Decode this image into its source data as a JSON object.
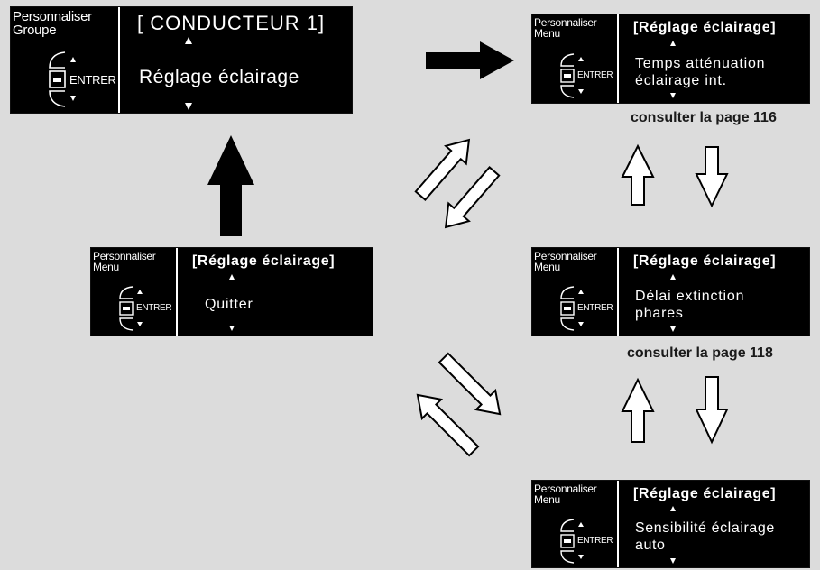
{
  "screens": {
    "driver": {
      "category": [
        "Personnaliser",
        "Groupe"
      ],
      "enter_label": "ENTRER",
      "title": "[ CONDUCTEUR 1]",
      "item": [
        "Réglage éclairage"
      ]
    },
    "quit": {
      "category": [
        "Personnaliser",
        "Menu"
      ],
      "enter_label": "ENTRER",
      "title": "[Réglage éclairage]",
      "item": [
        "Quitter"
      ]
    },
    "dimming": {
      "category": [
        "Personnaliser",
        "Menu"
      ],
      "enter_label": "ENTRER",
      "title": "[Réglage éclairage]",
      "item": [
        "Temps atténuation",
        "éclairage int."
      ]
    },
    "headlights": {
      "category": [
        "Personnaliser",
        "Menu"
      ],
      "enter_label": "ENTRER",
      "title": "[Réglage éclairage]",
      "item": [
        "Délai extinction",
        "phares"
      ]
    },
    "auto": {
      "category": [
        "Personnaliser",
        "Menu"
      ],
      "enter_label": "ENTRER",
      "title": "[Réglage éclairage]",
      "item": [
        "Sensibilité éclairage",
        "auto"
      ]
    }
  },
  "references": {
    "page116": "consulter la page 116",
    "page118": "consulter la page 118"
  },
  "colors": {
    "background": "#dcdcdc",
    "screen": "#000000",
    "screen_text": "#ffffff",
    "arrow_solid": "#000000",
    "arrow_outline_fill": "#ffffff"
  }
}
